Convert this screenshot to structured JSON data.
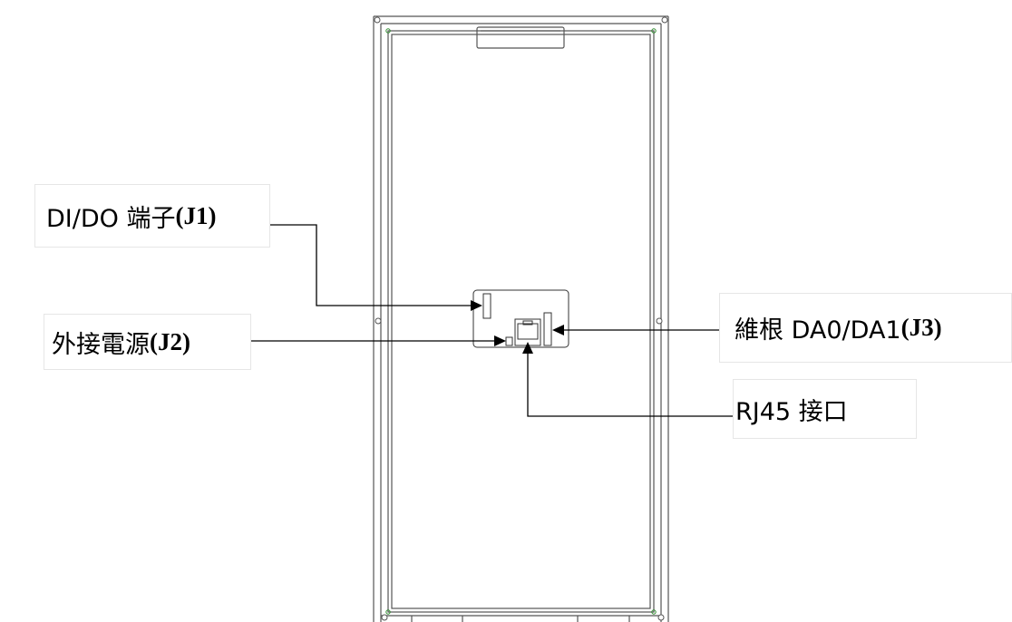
{
  "labels": {
    "j1": {
      "text": "DI/DO 端子",
      "code": "(J1)"
    },
    "j2": {
      "text": "外接電源",
      "code": "(J2)"
    },
    "j3": {
      "text": "維根 DA0/DA1",
      "code": "(J3)"
    },
    "rj45": {
      "text": "RJ45 接口",
      "code": ""
    }
  },
  "colors": {
    "line": "#000000",
    "frame": "#555555",
    "corner_marker": "#2e8b2e",
    "label_border": "#e6e6e6"
  }
}
